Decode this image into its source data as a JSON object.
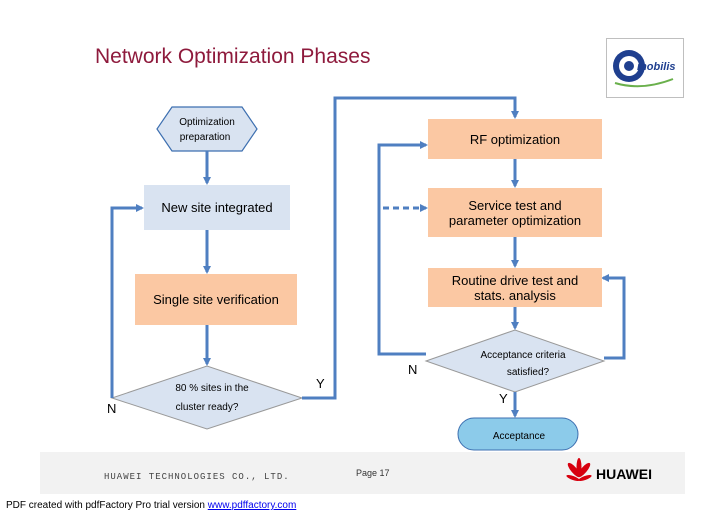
{
  "title": "Network Optimization Phases",
  "logo": {
    "text": "mobilis",
    "icon": "mobilis-logo"
  },
  "nodes": {
    "optimization_preparation": {
      "line1": "Optimization",
      "line2": "preparation"
    },
    "new_site_integrated": "New site integrated",
    "single_site_verification": "Single site verification",
    "sites_in_cluster_ready": {
      "line1": "80 %  sites in the",
      "line2": "cluster ready?"
    },
    "rf_optimization": "RF optimization",
    "service_test": {
      "line1": "Service test and",
      "line2": "parameter optimization"
    },
    "routine_drive_test": {
      "line1": "Routine drive test and",
      "line2": "stats. analysis"
    },
    "acceptance_criteria": {
      "line1": "Acceptance criteria",
      "line2": "satisfied?"
    },
    "acceptance": "Acceptance"
  },
  "branch_labels": {
    "left_no": "N",
    "left_yes": "Y",
    "right_no": "N",
    "right_yes": "Y"
  },
  "colors": {
    "title": "#8e1a3c",
    "arrow": "#4f7fc1",
    "blue_box": "#d9e3f1",
    "orange_box": "#fbc8a3",
    "terminal": "#8ccbea"
  },
  "footer": {
    "company": "HUAWEI TECHNOLOGIES CO., LTD.",
    "page": "Page 17",
    "brand": "HUAWEI",
    "pdf_prefix": "PDF created with pdfFactory Pro trial version ",
    "pdf_link": "www.pdffactory.com"
  }
}
